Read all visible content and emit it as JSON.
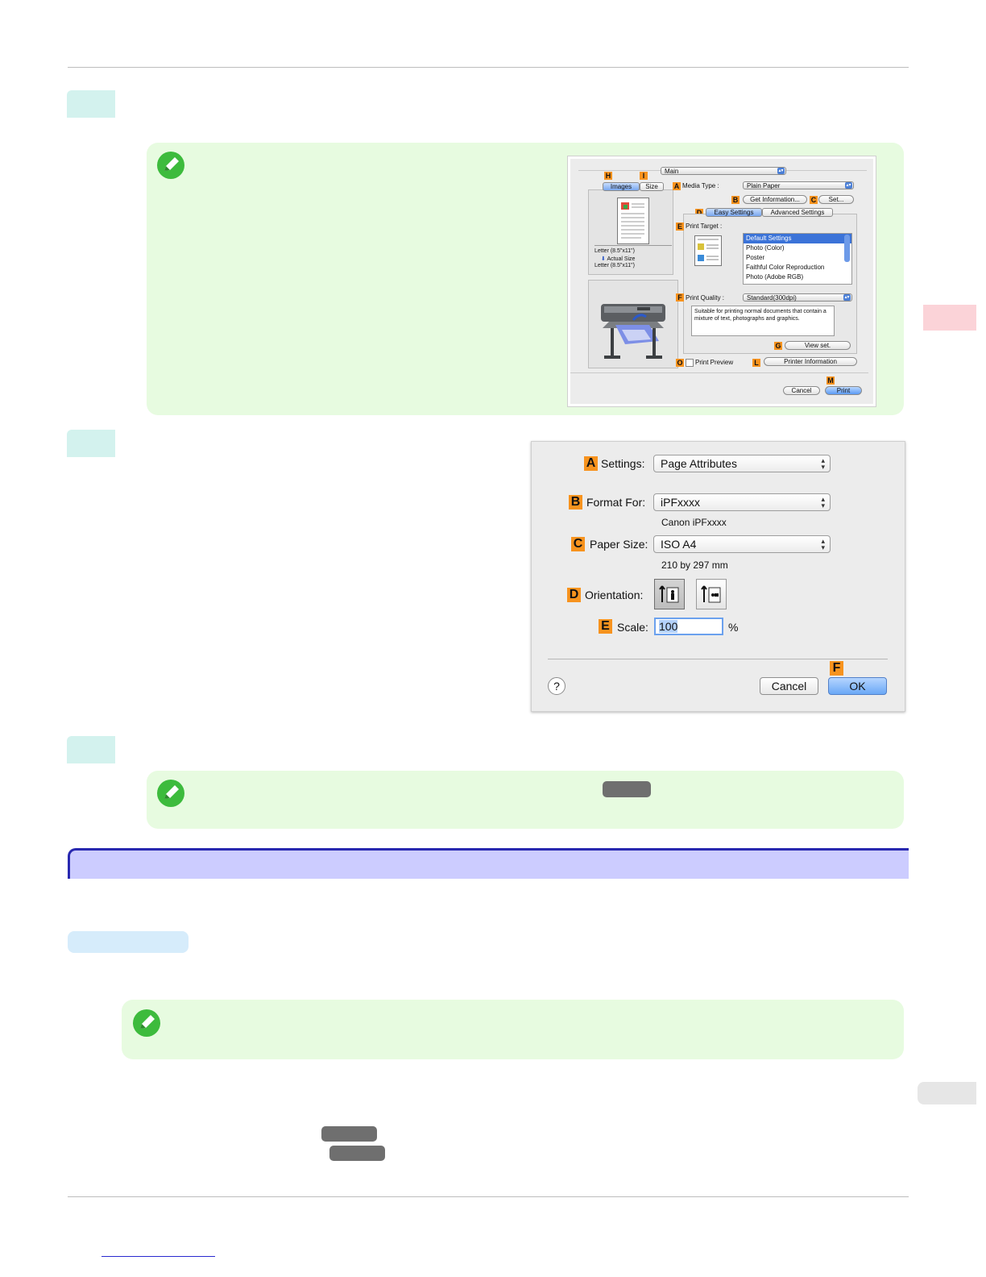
{
  "dialog_driver": {
    "main_popup": "Main",
    "tabs": {
      "images": "Images",
      "size": "Size"
    },
    "preview": {
      "line1": "Letter (8.5\"x11\")",
      "line2": "Actual Size",
      "line3": "Letter (8.5\"x11\")"
    },
    "media_type": {
      "label": "Media Type :",
      "value": "Plain Paper"
    },
    "get_information": "Get Information...",
    "set_button": "Set...",
    "settings_tabs": {
      "easy": "Easy Settings",
      "advanced": "Advanced Settings"
    },
    "print_target": {
      "label": "Print Target :",
      "items": [
        "Default Settings",
        "Photo (Color)",
        "Poster",
        "Faithful Color Reproduction",
        "Photo (Adobe RGB)"
      ]
    },
    "print_quality": {
      "label": "Print Quality :",
      "value": "Standard(300dpi)"
    },
    "description": "Suitable for printing normal documents that contain a mixture of text, photographs and graphics.",
    "view_set": "View set.",
    "print_preview": "Print Preview",
    "printer_information": "Printer Information",
    "cancel": "Cancel",
    "print": "Print",
    "badges": {
      "H": "H",
      "I": "I",
      "A": "A",
      "B": "B",
      "C": "C",
      "D": "D",
      "E": "E",
      "F": "F",
      "G": "G",
      "O": "O",
      "L": "L",
      "M": "M"
    }
  },
  "dialog_pagesetup": {
    "settings": {
      "badge": "A",
      "label": "Settings:",
      "value": "Page Attributes"
    },
    "format_for": {
      "badge": "B",
      "label": "Format For:",
      "value": "iPFxxxx",
      "sub": "Canon iPFxxxx"
    },
    "paper_size": {
      "badge": "C",
      "label": "Paper Size:",
      "value": "ISO A4",
      "sub": "210 by 297 mm"
    },
    "orientation": {
      "badge": "D",
      "label": "Orientation:"
    },
    "scale": {
      "badge": "E",
      "label": "Scale:",
      "value": "100",
      "unit": "%"
    },
    "ok_badge": "F",
    "help": "?",
    "cancel": "Cancel",
    "ok": "OK"
  }
}
